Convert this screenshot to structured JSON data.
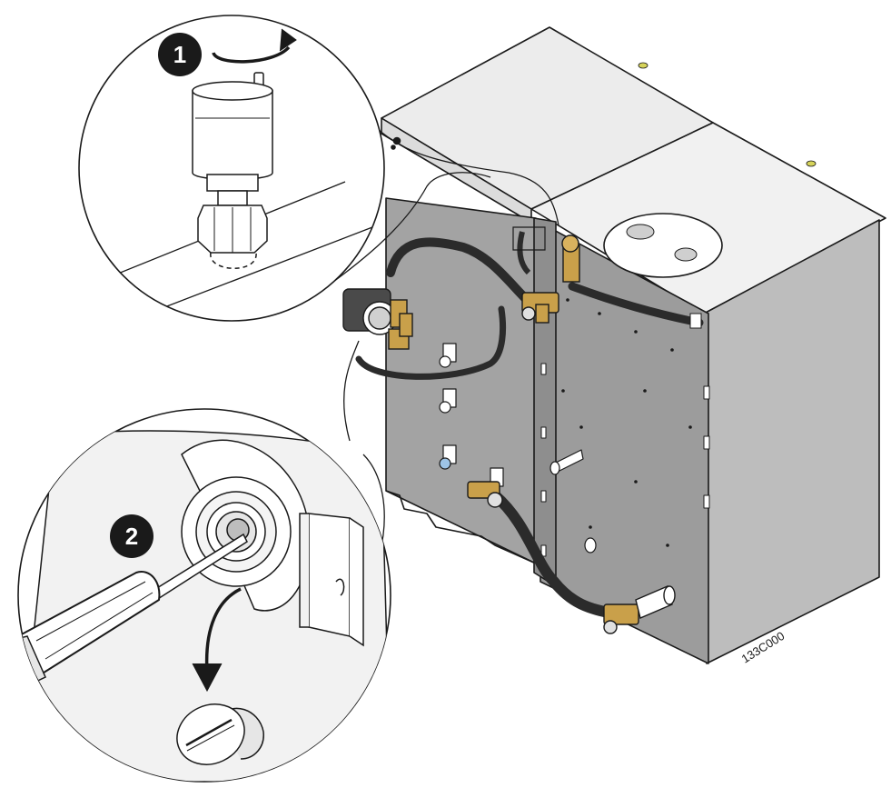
{
  "figure": {
    "steps": [
      {
        "number": "1",
        "action_icon": "rotate-arrow-icon"
      },
      {
        "number": "2",
        "action_icon": "curved-down-arrow-icon"
      }
    ],
    "reference_code": "133C000",
    "colors": {
      "panel": "#a3a3a3",
      "panel_dark": "#8e8e8e",
      "side": "#bdbdbd",
      "top": "#ececec",
      "outline": "#1a1a1a",
      "hose": "#2b2b2b",
      "brass": "#c9a04a",
      "step_badge": "#1a1a1a",
      "indicator": "#d6d35a"
    }
  }
}
